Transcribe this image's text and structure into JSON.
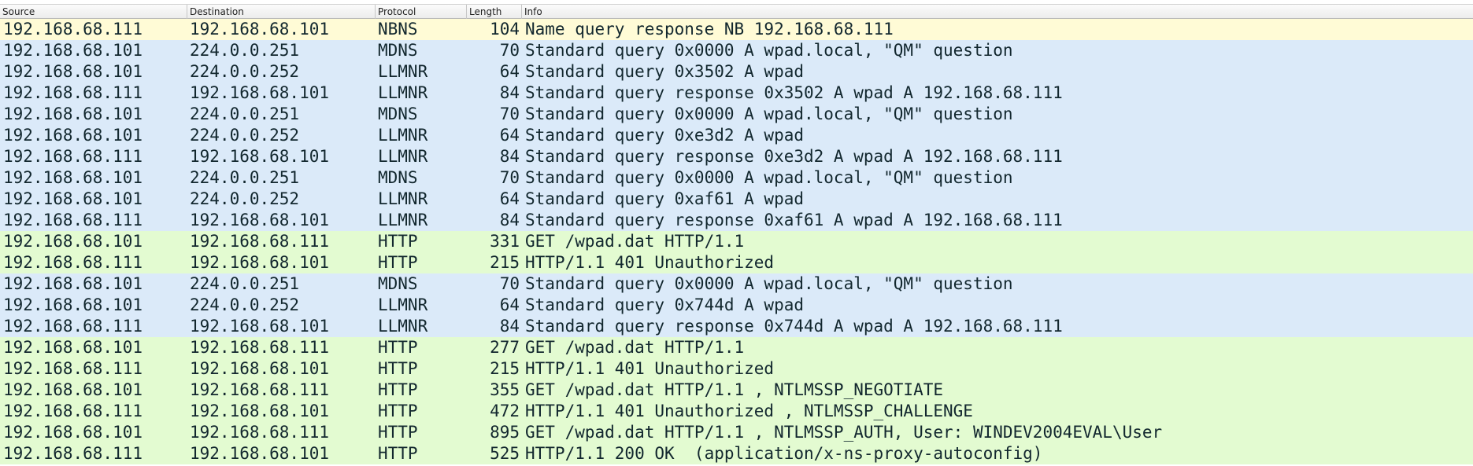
{
  "columns": {
    "source": "Source",
    "destination": "Destination",
    "protocol": "Protocol",
    "length": "Length",
    "info": "Info"
  },
  "colors": {
    "NBNS": "#fffbd6",
    "MDNS": "#dbeaf9",
    "LLMNR": "#dbeaf9",
    "HTTP": "#e3fbd1"
  },
  "packets": [
    {
      "source": "192.168.68.111",
      "destination": "192.168.68.101",
      "protocol": "NBNS",
      "length": "104",
      "info": "Name query response NB 192.168.68.111"
    },
    {
      "source": "192.168.68.101",
      "destination": "224.0.0.251",
      "protocol": "MDNS",
      "length": "70",
      "info": "Standard query 0x0000 A wpad.local, \"QM\" question"
    },
    {
      "source": "192.168.68.101",
      "destination": "224.0.0.252",
      "protocol": "LLMNR",
      "length": "64",
      "info": "Standard query 0x3502 A wpad"
    },
    {
      "source": "192.168.68.111",
      "destination": "192.168.68.101",
      "protocol": "LLMNR",
      "length": "84",
      "info": "Standard query response 0x3502 A wpad A 192.168.68.111"
    },
    {
      "source": "192.168.68.101",
      "destination": "224.0.0.251",
      "protocol": "MDNS",
      "length": "70",
      "info": "Standard query 0x0000 A wpad.local, \"QM\" question"
    },
    {
      "source": "192.168.68.101",
      "destination": "224.0.0.252",
      "protocol": "LLMNR",
      "length": "64",
      "info": "Standard query 0xe3d2 A wpad"
    },
    {
      "source": "192.168.68.111",
      "destination": "192.168.68.101",
      "protocol": "LLMNR",
      "length": "84",
      "info": "Standard query response 0xe3d2 A wpad A 192.168.68.111"
    },
    {
      "source": "192.168.68.101",
      "destination": "224.0.0.251",
      "protocol": "MDNS",
      "length": "70",
      "info": "Standard query 0x0000 A wpad.local, \"QM\" question"
    },
    {
      "source": "192.168.68.101",
      "destination": "224.0.0.252",
      "protocol": "LLMNR",
      "length": "64",
      "info": "Standard query 0xaf61 A wpad"
    },
    {
      "source": "192.168.68.111",
      "destination": "192.168.68.101",
      "protocol": "LLMNR",
      "length": "84",
      "info": "Standard query response 0xaf61 A wpad A 192.168.68.111"
    },
    {
      "source": "192.168.68.101",
      "destination": "192.168.68.111",
      "protocol": "HTTP",
      "length": "331",
      "info": "GET /wpad.dat HTTP/1.1"
    },
    {
      "source": "192.168.68.111",
      "destination": "192.168.68.101",
      "protocol": "HTTP",
      "length": "215",
      "info": "HTTP/1.1 401 Unauthorized"
    },
    {
      "source": "192.168.68.101",
      "destination": "224.0.0.251",
      "protocol": "MDNS",
      "length": "70",
      "info": "Standard query 0x0000 A wpad.local, \"QM\" question"
    },
    {
      "source": "192.168.68.101",
      "destination": "224.0.0.252",
      "protocol": "LLMNR",
      "length": "64",
      "info": "Standard query 0x744d A wpad"
    },
    {
      "source": "192.168.68.111",
      "destination": "192.168.68.101",
      "protocol": "LLMNR",
      "length": "84",
      "info": "Standard query response 0x744d A wpad A 192.168.68.111"
    },
    {
      "source": "192.168.68.101",
      "destination": "192.168.68.111",
      "protocol": "HTTP",
      "length": "277",
      "info": "GET /wpad.dat HTTP/1.1"
    },
    {
      "source": "192.168.68.111",
      "destination": "192.168.68.101",
      "protocol": "HTTP",
      "length": "215",
      "info": "HTTP/1.1 401 Unauthorized"
    },
    {
      "source": "192.168.68.101",
      "destination": "192.168.68.111",
      "protocol": "HTTP",
      "length": "355",
      "info": "GET /wpad.dat HTTP/1.1 , NTLMSSP_NEGOTIATE"
    },
    {
      "source": "192.168.68.111",
      "destination": "192.168.68.101",
      "protocol": "HTTP",
      "length": "472",
      "info": "HTTP/1.1 401 Unauthorized , NTLMSSP_CHALLENGE"
    },
    {
      "source": "192.168.68.101",
      "destination": "192.168.68.111",
      "protocol": "HTTP",
      "length": "895",
      "info": "GET /wpad.dat HTTP/1.1 , NTLMSSP_AUTH, User: WINDEV2004EVAL\\User"
    },
    {
      "source": "192.168.68.111",
      "destination": "192.168.68.101",
      "protocol": "HTTP",
      "length": "525",
      "info": "HTTP/1.1 200 OK  (application/x-ns-proxy-autoconfig)"
    }
  ]
}
